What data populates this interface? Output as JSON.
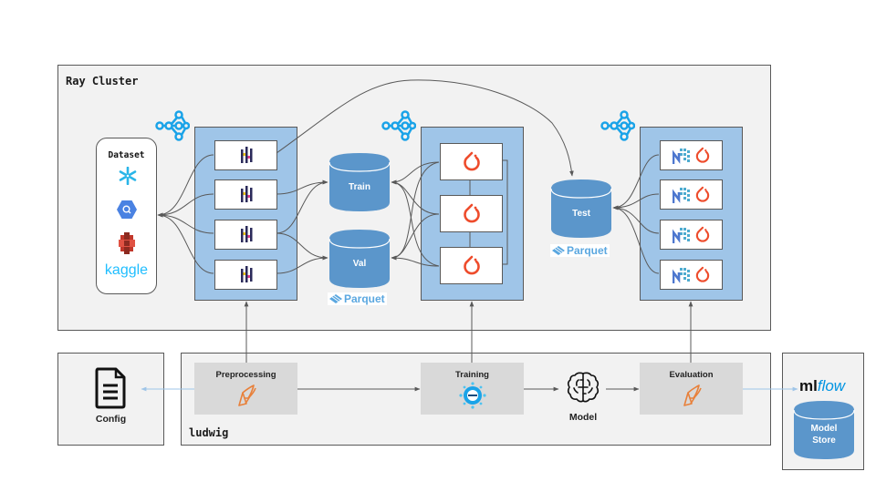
{
  "ray_cluster": {
    "title": "Ray Cluster",
    "dataset": {
      "title": "Dataset",
      "sources": [
        "snowflake-icon",
        "bigquery-icon",
        "s3-icon",
        "kaggle"
      ],
      "kaggle_label": "kaggle"
    },
    "preprocess_workers": {
      "count": 4,
      "icon": "dask-icon"
    },
    "training_workers": {
      "count": 3,
      "icon": "pytorch-icon"
    },
    "eval_workers": {
      "count": 4,
      "icons": [
        "numpy-icon",
        "pytorch-icon"
      ]
    },
    "stores": {
      "train": "Train",
      "val": "Val",
      "test": "Test",
      "format_label": "Parquet"
    }
  },
  "config": {
    "label": "Config"
  },
  "ludwig": {
    "title": "ludwig",
    "stages": {
      "preprocessing": "Preprocessing",
      "training": "Training",
      "evaluation": "Evaluation"
    },
    "model_label": "Model"
  },
  "model_store": {
    "brand_ml": "ml",
    "brand_flow": "flow",
    "label_line1": "Model",
    "label_line2": "Store"
  },
  "colors": {
    "worker_column": "#9fc5e8",
    "cylinder": "#5b96cb",
    "ray_icon": "#1aa3e8",
    "pytorch": "#ee4c2c",
    "stage_bg": "#d9d9d9",
    "panel_bg": "#f2f2f2",
    "arrow": "#595959",
    "config_arrow": "#9fc5e8"
  }
}
